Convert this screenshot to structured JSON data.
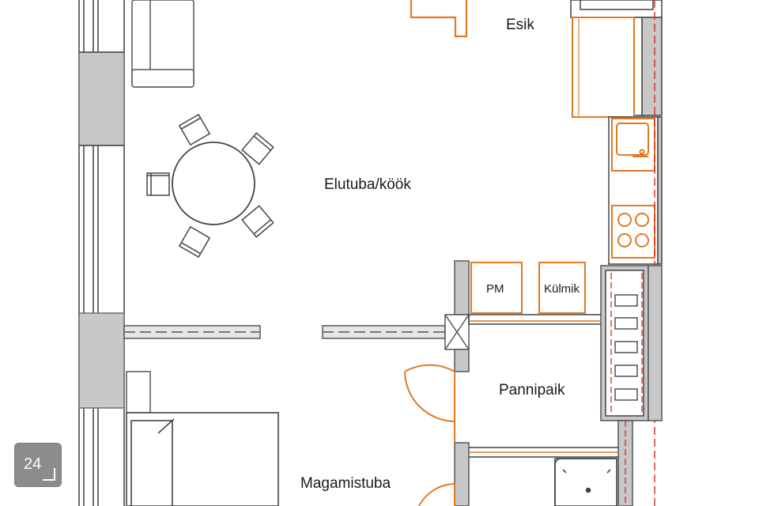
{
  "rooms": {
    "esik": "Esik",
    "elutuba": "Elutuba/köök",
    "pannipaik": "Pannipaik",
    "magamistuba": "Magamistuba"
  },
  "appliances": {
    "pm": "PM",
    "kulmik": "Külmik"
  },
  "badge": {
    "label": "24"
  },
  "colors": {
    "wall_fill": "#c8c8c8",
    "wall_stroke": "#6e6e6e",
    "line": "#4a4a4a",
    "fixture_orange": "#e07a24",
    "ventilation_red": "#d62828",
    "badge_bg": "#8c8c8c"
  }
}
